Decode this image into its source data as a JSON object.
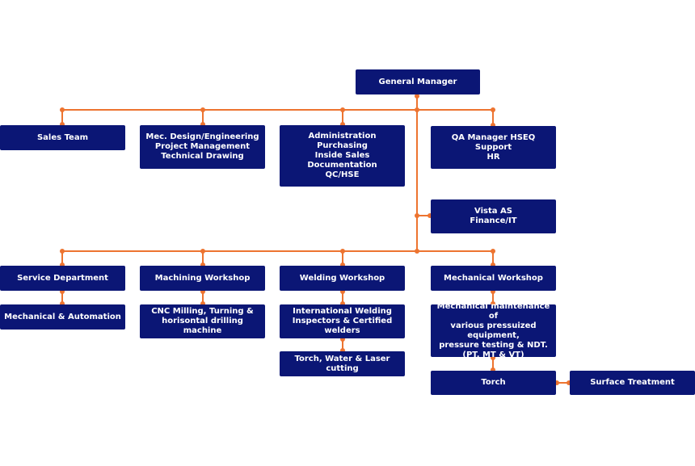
{
  "colors": {
    "box": "#0b1675",
    "connector": "#ed7430"
  },
  "nodes": {
    "general_manager": "General Manager",
    "sales_team": "Sales Team",
    "mec_design": "Mec. Design/Engineering\nProject Management\nTechnical Drawing",
    "administration": "Administration\nPurchasing\nInside Sales\nDocumentation\nQC/HSE",
    "qa_manager": "QA Manager HSEQ\nSupport\nHR",
    "vista": "Vista AS\nFinance/IT",
    "service_department": "Service Department",
    "machining_workshop": "Machining Workshop",
    "welding_workshop": "Welding Workshop",
    "mechanical_workshop": "Mechanical Workshop",
    "mech_automation": "Mechanical & Automation",
    "cnc": "CNC Milling, Turning &\nhorisontal drilling machine",
    "welding_inspectors": "International Welding\nInspectors & Certified welders",
    "torch_water_laser": "Torch, Water & Laser cutting",
    "mech_maintenance": "Mechanical maintenance of\nvarious pressuized equipment,\npressure testing & NDT.\n(PT, MT & VT)",
    "torch": "Torch",
    "surface_treatment": "Surface Treatment"
  }
}
